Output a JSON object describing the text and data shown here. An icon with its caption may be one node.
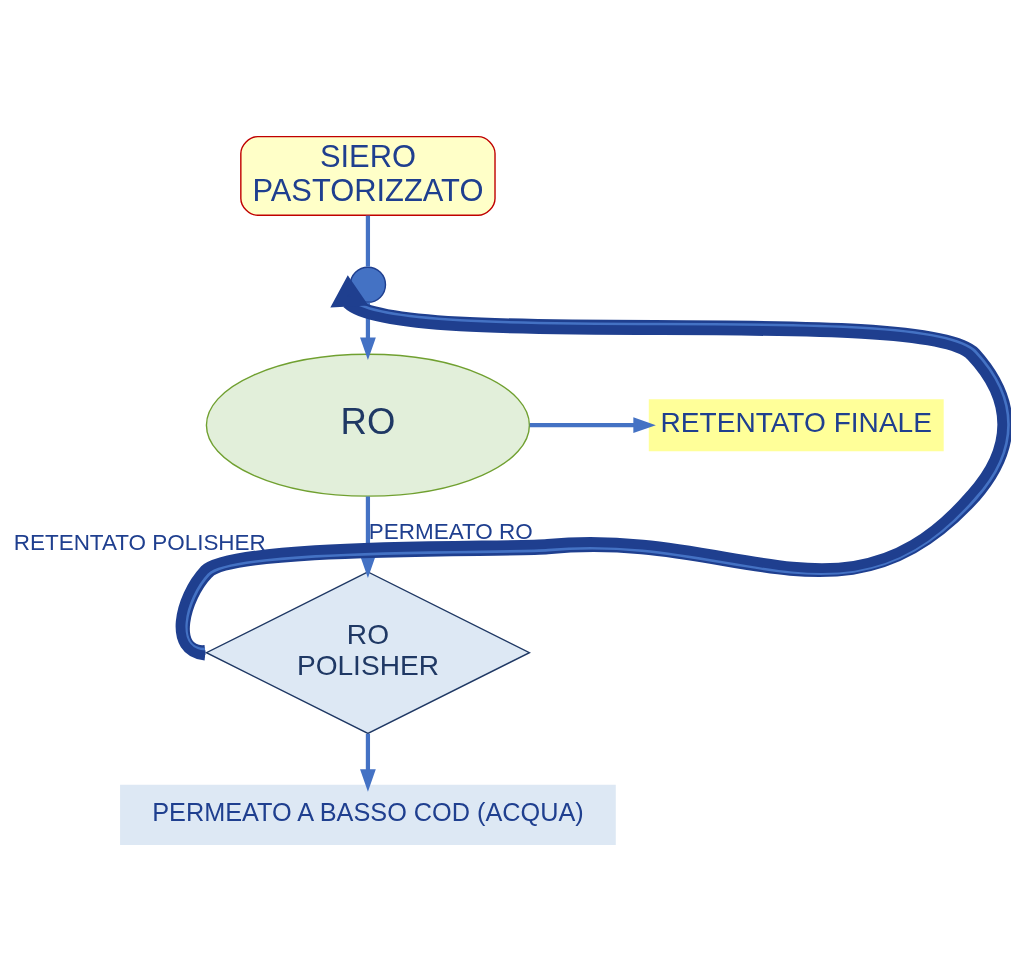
{
  "diagram": {
    "nodes": [
      {
        "text": [
          "SIERO",
          "PASTORIZZATO"
        ]
      },
      {
        "text": [],
        "shape": "circle"
      },
      {
        "text": [
          "RO"
        ]
      },
      {
        "text": [
          "RETENTATO FINALE"
        ]
      },
      {
        "text": [
          "RO",
          "POLISHER"
        ]
      },
      {
        "text": [
          "PERMEATO A BASSO COD (ACQUA)"
        ]
      }
    ],
    "edges": [
      {
        "from": 0,
        "to": 1,
        "arrow": "none"
      },
      {
        "from": 1,
        "to": 2,
        "arrow": "to"
      },
      {
        "from": 2,
        "to": 3,
        "arrow": "to"
      },
      {
        "from": 2,
        "to": 4,
        "arrow": "to",
        "label": "PERMEATO RO"
      },
      {
        "from": 4,
        "to": 1,
        "arrow": "to",
        "label": "RETENTATO POLISHER",
        "style": "thick"
      },
      {
        "from": 4,
        "to": 5,
        "arrow": "to"
      }
    ]
  }
}
